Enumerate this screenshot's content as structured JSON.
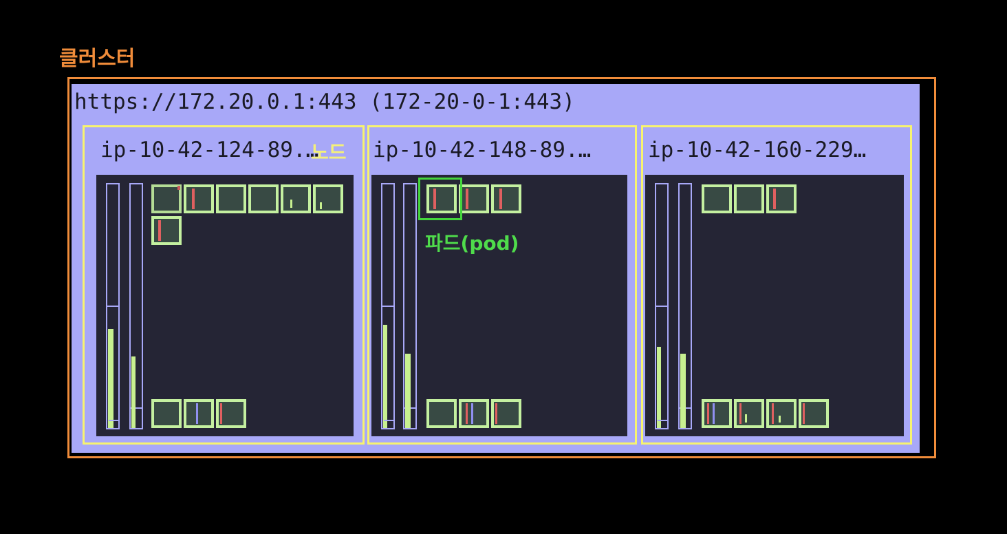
{
  "labels": {
    "cluster": "클러스터",
    "node": "노드",
    "pod": "파드(pod)"
  },
  "cluster": {
    "title": "https://172.20.0.1:443 (172-20-0-1:443)"
  },
  "nodes": [
    {
      "name": "ip-10-42-124-89.…"
    },
    {
      "name": "ip-10-42-148-89.…"
    },
    {
      "name": "ip-10-42-160-229…"
    }
  ],
  "colors": {
    "annotation_cluster": "#f08c3a",
    "annotation_node": "#f7f36f",
    "annotation_pod": "#44d63c",
    "panel": "#a8a8f8",
    "node_body": "#252535",
    "pod_border": "#c4f0a0",
    "pod_fill": "#384a44",
    "marker_red": "#e06060",
    "marker_blue": "#9090f0",
    "usage_fill": "#c8f090"
  }
}
